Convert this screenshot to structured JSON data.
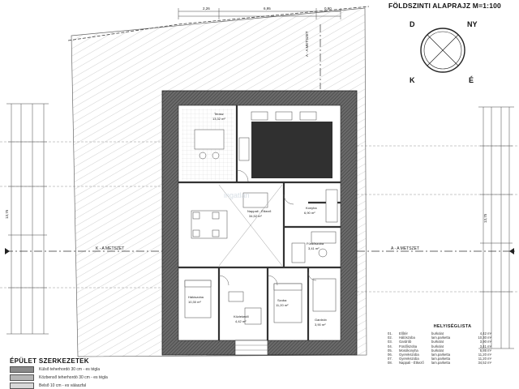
{
  "drawing": {
    "title": "FÖLDSZINTI ALAPRAJZ M=1:100",
    "compass": {
      "n": "D",
      "ne": "NY",
      "sw": "K",
      "se": "É"
    },
    "section_label_left": "K - A METSZET",
    "section_label_right": "A - A METSZET",
    "section_label_top": "A - A METSZET",
    "watermark": "ingatlan"
  },
  "rooms": [
    {
      "label": "Terasz",
      "area": "13,32 m²"
    },
    {
      "label": "Nappali - Étkező",
      "area": "34,52 m²"
    },
    {
      "label": "Konyha",
      "area": "6,90 m²"
    },
    {
      "label": "Fürdőszoba",
      "area": "3,41 m²"
    },
    {
      "label": "Hálószoba",
      "area": "10,30 m²"
    },
    {
      "label": "Szoba",
      "area": "11,20 m²"
    },
    {
      "label": "Közlekedő",
      "area": "4,42 m²"
    },
    {
      "label": "Gardrób",
      "area": "3,90 m²"
    }
  ],
  "dimensions": {
    "top": [
      "2,26",
      "6,95",
      "0,90"
    ],
    "left": "13,75",
    "right": "13,75"
  },
  "legend": {
    "title": "ÉPÜLET SZERKEZETEK",
    "items": [
      {
        "label": "Külső teherhordó 30 cm - es tégla",
        "color": "#8a8a8a"
      },
      {
        "label": "Közbenső teherhordó 30 cm - es tégla",
        "color": "#b5b5b5"
      },
      {
        "label": "Belső 10 cm - es válaszfal",
        "color": "#d8d8d8"
      }
    ]
  },
  "helyiseglista": {
    "title": "HELYISÉGLISTA",
    "rows": [
      {
        "n": "01.",
        "name": "Előtér",
        "floor": "burkolat",
        "area": "4,42 m²"
      },
      {
        "n": "02.",
        "name": "Hálószoba",
        "floor": "lam.parketta",
        "area": "10,30 m²"
      },
      {
        "n": "03.",
        "name": "Gardrób",
        "floor": "burkolat",
        "area": "3,90 m²"
      },
      {
        "n": "04.",
        "name": "Fürdőszoba",
        "floor": "burkolat",
        "area": "3,41 m²"
      },
      {
        "n": "05.",
        "name": "Mosókonyha",
        "floor": "burkolat",
        "area": "6,86 m²"
      },
      {
        "n": "06.",
        "name": "Gyerekszoba",
        "floor": "lam.parketta",
        "area": "11,20 m²"
      },
      {
        "n": "07.",
        "name": "Gyerekszoba",
        "floor": "lam.parketta",
        "area": "11,20 m²"
      },
      {
        "n": "08.",
        "name": "Nappali - Étkező",
        "floor": "lam.parketta",
        "area": "34,52 m²"
      }
    ]
  },
  "colors": {
    "wall": "#555555",
    "hatch": "#9a9a9a",
    "ink": "#222222"
  }
}
